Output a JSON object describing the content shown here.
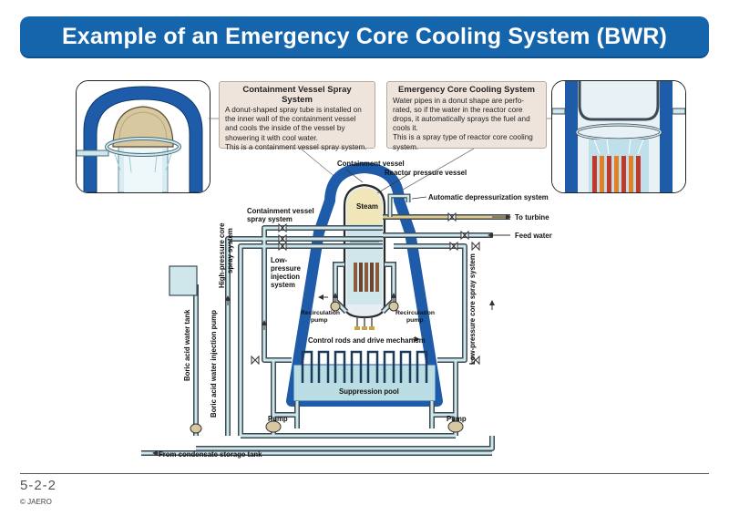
{
  "title": "Example of an Emergency Core Cooling System (BWR)",
  "notes": {
    "containment_spray": {
      "heading_line1": "Containment Vessel Spray",
      "heading_line2": "System",
      "body": [
        "A donut-shaped spray tube is installed on",
        "the inner wall of the containment vessel",
        "and cools the inside of the vessel by",
        "showering it with cool water.",
        "This is a containment vessel spray system."
      ]
    },
    "eccs": {
      "heading": "Emergency Core Cooling System",
      "body": [
        "Water pipes in a donut shape are perfo-",
        "rated, so if the water in the reactor core",
        "drops, it automatically sprays the fuel and",
        "cools it.",
        "This is a spray type of reactor core cooling",
        "system."
      ]
    }
  },
  "labels": {
    "containment_vessel": "Containment vessel",
    "reactor_pressure_vessel": "Reactor pressure vessel",
    "automatic_depressurization": "Automatic depressurization system",
    "to_turbine": "To turbine",
    "feed_water": "Feed water",
    "steam": "Steam",
    "containment_spray_l1": "Containment vessel",
    "containment_spray_l2": "spray system",
    "hp_core_spray_l1": "High-pressure core",
    "hp_core_spray_l2": "spray system",
    "lp_injection_l1": "Low-",
    "lp_injection_l2": "pressure",
    "lp_injection_l3": "injection",
    "lp_injection_l4": "system",
    "recirc_pump_left_l1": "Recirculation",
    "recirc_pump_left_l2": "pump",
    "recirc_pump_right_l1": "Recirculation",
    "recirc_pump_right_l2": "pump",
    "control_rods": "Control rods and drive mechanism",
    "suppression_pool": "Suppression pool",
    "pump_left": "Pump",
    "pump_right": "Pump",
    "boric_tank": "Boric acid water tank",
    "boric_pump": "Boric acid water injection pump",
    "lp_core_spray": "Low-pressure core spray system",
    "condensate": "From condensate storage tank"
  },
  "footer": {
    "page_number": "5-2-2",
    "copyright": "© JAERO"
  },
  "colors": {
    "title_bar": "#1565ad",
    "containment": "#1e5ba8",
    "pipe_fill": "#cfe7ea",
    "pipe_stroke": "#3b4a55",
    "pool_water": "#b9dde2",
    "note_bg": "#efe4dc",
    "steam": "#f1e6b8"
  }
}
